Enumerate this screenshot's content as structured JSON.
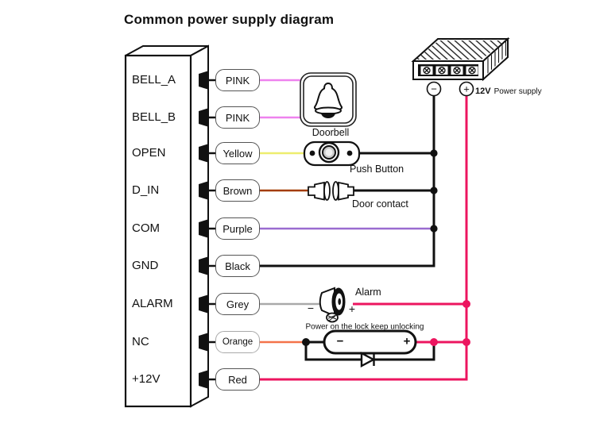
{
  "title": "Common power supply diagram",
  "terminals": [
    {
      "name": "BELL_A",
      "wire": "PINK"
    },
    {
      "name": "BELL_B",
      "wire": "PINK"
    },
    {
      "name": "OPEN",
      "wire": "Yellow"
    },
    {
      "name": "D_IN",
      "wire": "Brown"
    },
    {
      "name": "COM",
      "wire": "Purple"
    },
    {
      "name": "GND",
      "wire": "Black"
    },
    {
      "name": "ALARM",
      "wire": "Grey"
    },
    {
      "name": "NC",
      "wire": "Orange"
    },
    {
      "name": "+12V",
      "wire": "Red"
    }
  ],
  "devices": {
    "doorbell": {
      "label": "Doorbell"
    },
    "push_button": {
      "label": "Push Button"
    },
    "door_contact": {
      "label": "Door contact"
    },
    "alarm": {
      "label": "Alarm",
      "minus": "−",
      "plus": "+"
    },
    "lock": {
      "note": "Power on the lock keep unlocking",
      "minus": "−",
      "plus": "+"
    }
  },
  "power_supply": {
    "voltage": "12V",
    "label": "Power supply",
    "minus": "−",
    "plus": "+"
  },
  "colors": {
    "pink": "#ee82ee",
    "yellow": "#eded6e",
    "brown": "#a33c00",
    "purple": "#9a6bd0",
    "black": "#111111",
    "grey": "#a9a9a9",
    "orange": "#f4734a",
    "red": "#ec155f"
  }
}
